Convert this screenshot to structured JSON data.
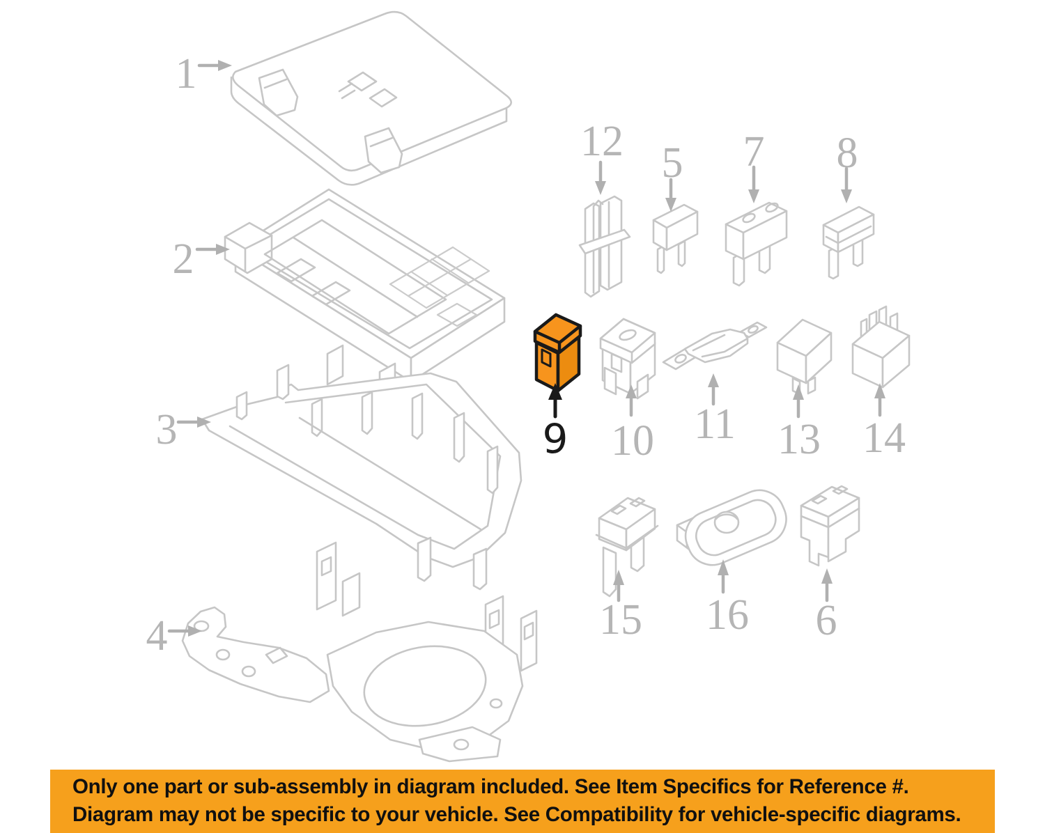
{
  "diagram": {
    "highlighted_part_label": "9",
    "parts": [
      {
        "label": "1",
        "type": "fuse-box-cover",
        "highlighted": false
      },
      {
        "label": "2",
        "type": "fuse-junction-block",
        "highlighted": false
      },
      {
        "label": "3",
        "type": "fuse-box-lower-tray",
        "highlighted": false
      },
      {
        "label": "4",
        "type": "mounting-bracket",
        "highlighted": false
      },
      {
        "label": "5",
        "type": "mini-blade-fuse",
        "highlighted": false
      },
      {
        "label": "6",
        "type": "low-profile-cartridge-fuse",
        "highlighted": false
      },
      {
        "label": "7",
        "type": "maxi-blade-fuse",
        "highlighted": false
      },
      {
        "label": "8",
        "type": "standard-blade-fuse",
        "highlighted": false
      },
      {
        "label": "9",
        "type": "cartridge-fuse",
        "highlighted": true
      },
      {
        "label": "10",
        "type": "cartridge-fuse",
        "highlighted": false
      },
      {
        "label": "11",
        "type": "bolt-down-fusible-link",
        "highlighted": false
      },
      {
        "label": "12",
        "type": "fuse-puller",
        "highlighted": false
      },
      {
        "label": "13",
        "type": "relay",
        "highlighted": false
      },
      {
        "label": "14",
        "type": "relay",
        "highlighted": false
      },
      {
        "label": "15",
        "type": "maxi-fuse",
        "highlighted": false
      },
      {
        "label": "16",
        "type": "circuit-breaker",
        "highlighted": false
      }
    ]
  },
  "colors": {
    "line": "#C6C6C6",
    "label": "#B5B5B5",
    "highlight": "#F7941D",
    "highlight_top": "#F9A224",
    "highlight_side": "#EC8C10",
    "outline": "#1A1A1A",
    "banner_bg": "#F6A01C",
    "banner_text": "#101010"
  },
  "banner": {
    "line1": "Only one part or sub-assembly in diagram included. See Item Specifics for Reference #.",
    "line2": "Diagram may not be specific to your vehicle. See Compatibility for vehicle-specific diagrams."
  }
}
